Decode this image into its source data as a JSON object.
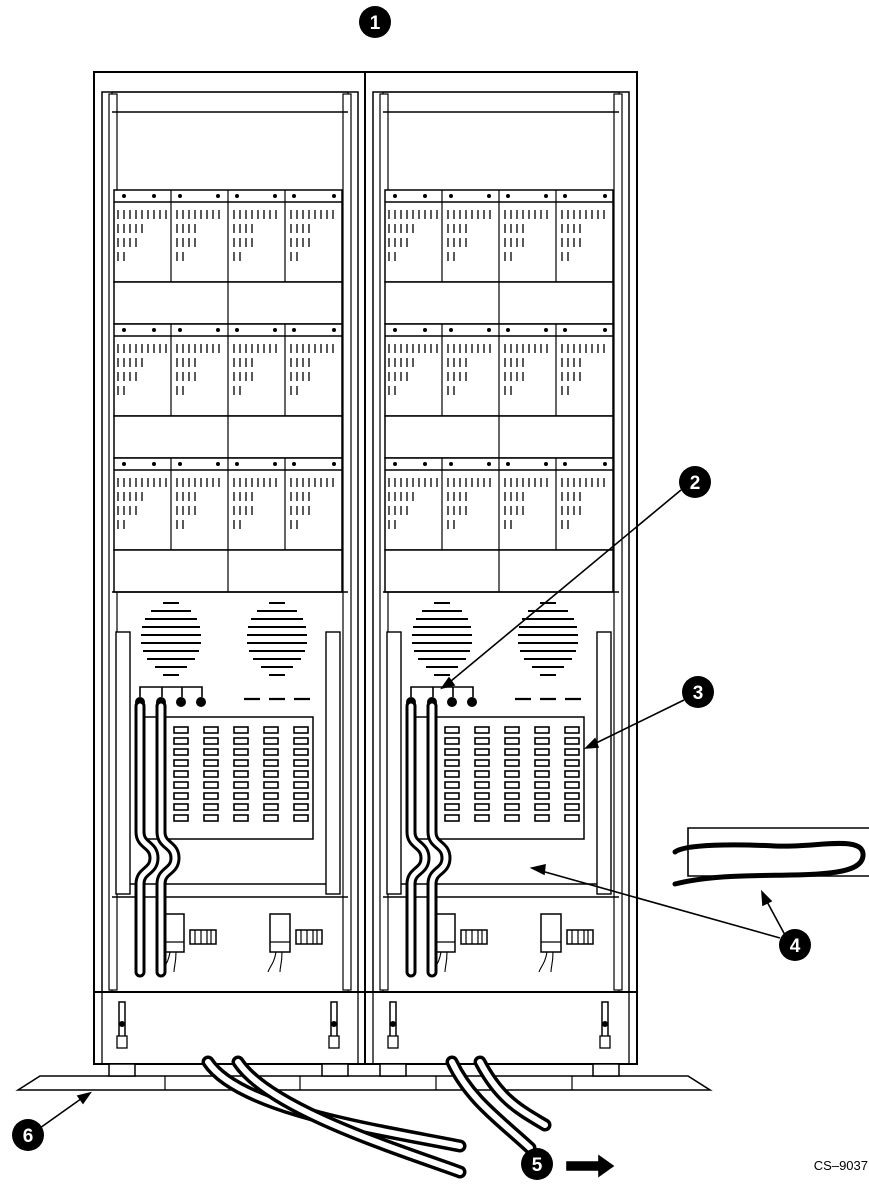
{
  "figure": {
    "id_label": "CS–9037",
    "colors": {
      "line": "#000000",
      "background": "#ffffff",
      "callout_fill": "#000000",
      "callout_text": "#ffffff"
    }
  },
  "callouts": [
    {
      "number": "1",
      "target": "cabinet-pair"
    },
    {
      "number": "2",
      "target": "cable-terminals"
    },
    {
      "number": "3",
      "target": "connector-panel"
    },
    {
      "number": "4",
      "target": "cable-service-loop"
    },
    {
      "number": "5",
      "target": "cable-exit-direction"
    },
    {
      "number": "6",
      "target": "floor-plate"
    }
  ]
}
